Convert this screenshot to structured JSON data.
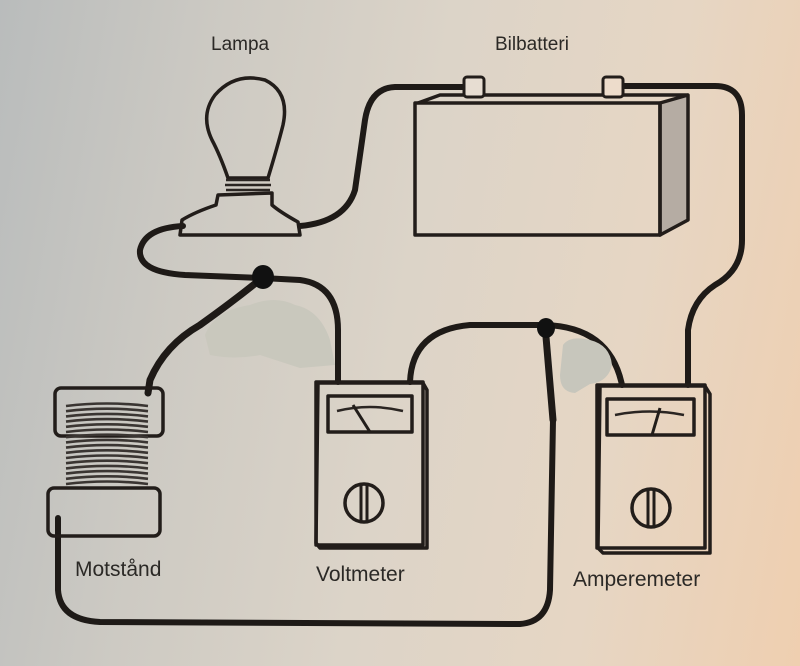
{
  "diagram": {
    "type": "electric-circuit-illustration",
    "components": {
      "lamp": {
        "label": "Lampa",
        "icon": "light-bulb-icon"
      },
      "battery": {
        "label": "Bilbatteri",
        "icon": "car-battery-icon"
      },
      "resistor": {
        "label": "Motstånd",
        "icon": "coil-resistor-icon"
      },
      "voltmeter": {
        "label": "Voltmeter",
        "icon": "analog-meter-icon"
      },
      "ammeter": {
        "label": "Amperemeter",
        "icon": "analog-meter-icon"
      }
    },
    "connections": [
      [
        "battery-left-terminal",
        "lamp-right"
      ],
      [
        "lamp-left",
        "junction-1"
      ],
      [
        "junction-1",
        "voltmeter-left"
      ],
      [
        "junction-1",
        "resistor-top"
      ],
      [
        "voltmeter-right",
        "junction-2"
      ],
      [
        "junction-2",
        "ammeter-left"
      ],
      [
        "ammeter-right",
        "battery-right-terminal"
      ],
      [
        "resistor-bottom",
        "junction-2 (via bottom loop)"
      ]
    ],
    "annotations": {
      "hand_drawn_junctions": 2,
      "erased_patches": 2
    },
    "colors": {
      "ink": "#1e1a17",
      "battery_side_shade": "#b5aca3",
      "erased_patch": "#c9c8bd"
    }
  }
}
